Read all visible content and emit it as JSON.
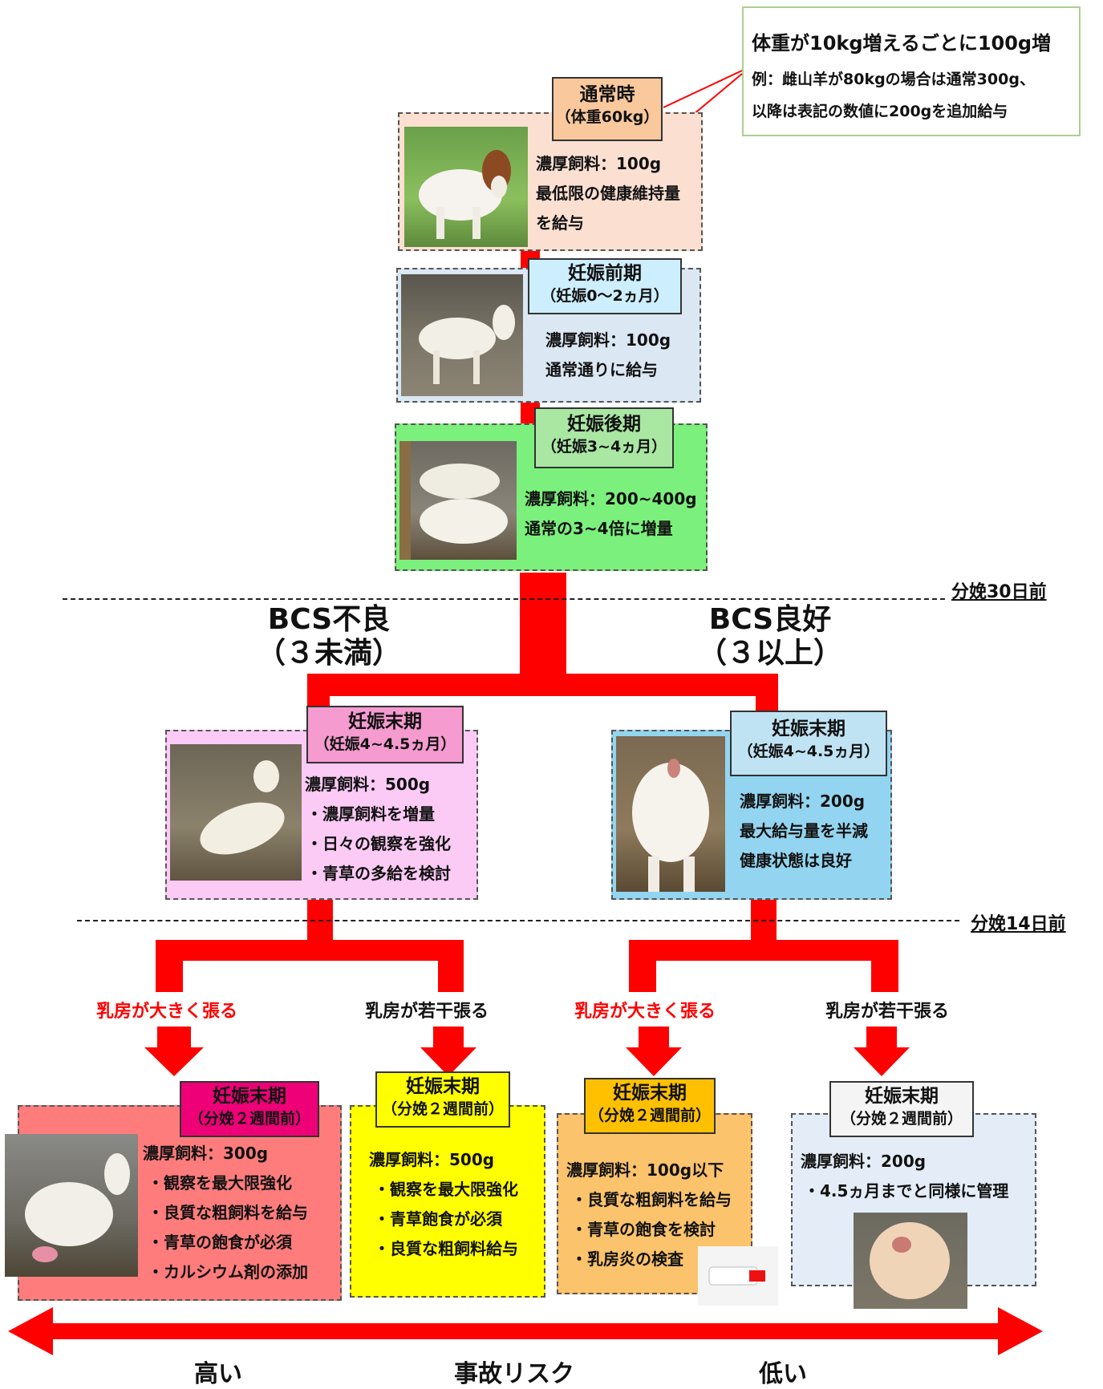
{
  "note": {
    "line1": "体重が10kg増えるごとに100g増",
    "line2": "例：雌山羊が80kgの場合は通常300g、",
    "line3": "以降は表記の数値に200gを追加給与"
  },
  "normal": {
    "title": "通常時",
    "subtitle": "（体重60kg）",
    "lines": [
      "濃厚飼料：100g",
      "最低限の健康維持量",
      "を給与"
    ]
  },
  "early": {
    "title": "妊娠前期",
    "subtitle": "（妊娠0～2ヵ月）",
    "lines": [
      "濃厚飼料：100g",
      "通常通りに給与"
    ]
  },
  "late": {
    "title": "妊娠後期",
    "subtitle": "（妊娠3~4ヵ月）",
    "lines": [
      "濃厚飼料：200~400g",
      "通常の3~4倍に増量"
    ]
  },
  "markers": {
    "m30": "分娩30日前",
    "m14": "分娩14日前"
  },
  "bcs": {
    "poor": {
      "line1": "BCS不良",
      "line2": "（３未満）"
    },
    "good": {
      "line1": "BCS良好",
      "line2": "（３以上）"
    }
  },
  "final_poor": {
    "title": "妊娠末期",
    "subtitle": "（妊娠4~4.5ヵ月）",
    "lines": [
      "濃厚飼料：500g",
      "・濃厚飼料を増量",
      "・日々の観察を強化",
      "・青草の多給を検討"
    ]
  },
  "final_good": {
    "title": "妊娠末期",
    "subtitle": "（妊娠4~4.5ヵ月）",
    "lines": [
      "濃厚飼料：200g",
      "最大給与量を半減",
      "健康状態は良好"
    ]
  },
  "branches": {
    "a": "乳房が大きく張る",
    "b": "乳房が若干張る",
    "c": "乳房が大きく張る",
    "d": "乳房が若干張る"
  },
  "bottom": [
    {
      "title": "妊娠末期",
      "subtitle": "（分娩２週間前）",
      "lines": [
        "濃厚飼料：300g",
        "・観察を最大限強化",
        "・良質な粗飼料を給与",
        "・青草の飽食が必須",
        "・カルシウム剤の添加"
      ]
    },
    {
      "title": "妊娠末期",
      "subtitle": "（分娩２週間前）",
      "lines": [
        "濃厚飼料：500g",
        "・観察を最大限強化",
        "・青草飽食が必須",
        "・良質な粗飼料給与"
      ]
    },
    {
      "title": "妊娠末期",
      "subtitle": "（分娩２週間前）",
      "lines": [
        "濃厚飼料：100g以下",
        "・良質な粗飼料を給与",
        "・青草の飽食を検討",
        "・乳房炎の検査"
      ]
    },
    {
      "title": "妊娠末期",
      "subtitle": "（分娩２週間前）",
      "lines": [
        "濃厚飼料：200g",
        "・4.5ヵ月までと同様に管理"
      ]
    }
  ],
  "risk": {
    "high": "高い",
    "label": "事故リスク",
    "low": "低い"
  },
  "colors": {
    "accent_red": "#ff0000",
    "normal_bg": "#fbe0d2",
    "normal_title": "#f9c89c",
    "early_bg": "#dbe7f3",
    "early_title": "#cdeefd",
    "late_bg": "#7cf07c",
    "late_title": "#a9e7a3",
    "poor_bg": "#fbcaf5",
    "poor_title": "#f59bd0",
    "good_bg": "#93d5f0",
    "good_title": "#bfe3f3",
    "b1_bg": "#ff7c7c",
    "b1_title": "#ee0077",
    "b2_bg": "#ffff00",
    "b3_bg": "#fbc36b",
    "b3_title": "#ffc000",
    "b4_bg": "#e3ecf7",
    "b4_title": "#f4f4f4"
  }
}
